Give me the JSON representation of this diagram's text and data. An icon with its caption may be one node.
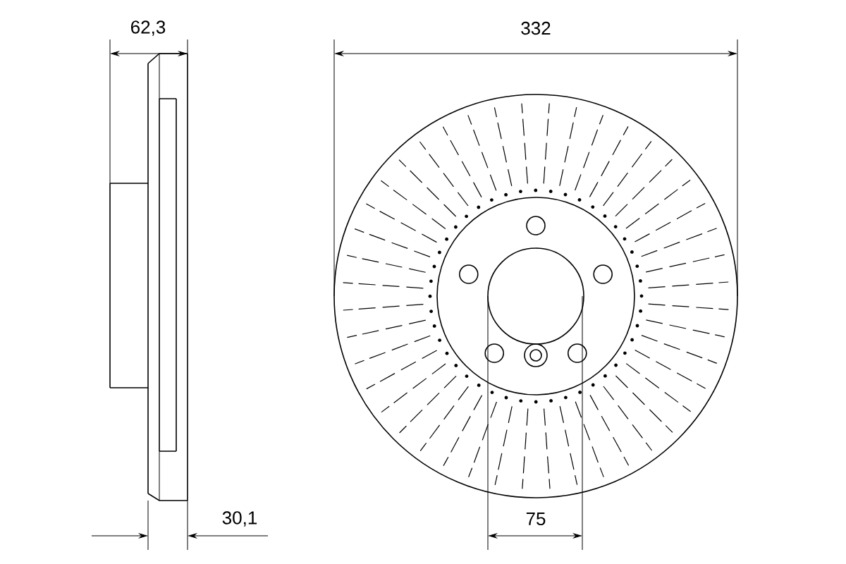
{
  "diagram": {
    "labels": [
      "62,3",
      "332",
      "30,1",
      "75"
    ]
  }
}
